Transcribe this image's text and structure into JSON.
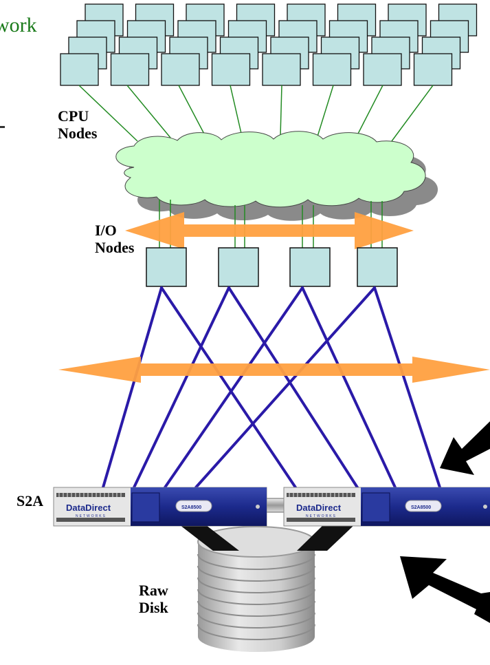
{
  "title_fragment": "work",
  "labels": {
    "cpu_nodes": [
      "CPU",
      "Nodes"
    ],
    "io_nodes": [
      "I/O",
      "Nodes"
    ],
    "s2a": "S2A",
    "raw_disk": [
      "Raw",
      "Disk"
    ]
  },
  "controllers": [
    {
      "brand": "DataDirect",
      "sub": "NETWORKS",
      "model": "S2A8500"
    },
    {
      "brand": "DataDirect",
      "sub": "NETWORKS",
      "model": "S2A8500"
    }
  ],
  "colors": {
    "node_fill": "#bfe3e3",
    "cloud_fill": "#ccffcc",
    "arrow_orange": "#ffa040",
    "fc_line": "#2a1aa8",
    "link_green": "#228b22",
    "controller_blue": "#1c2a8c",
    "title_green": "#1a7a1a"
  }
}
